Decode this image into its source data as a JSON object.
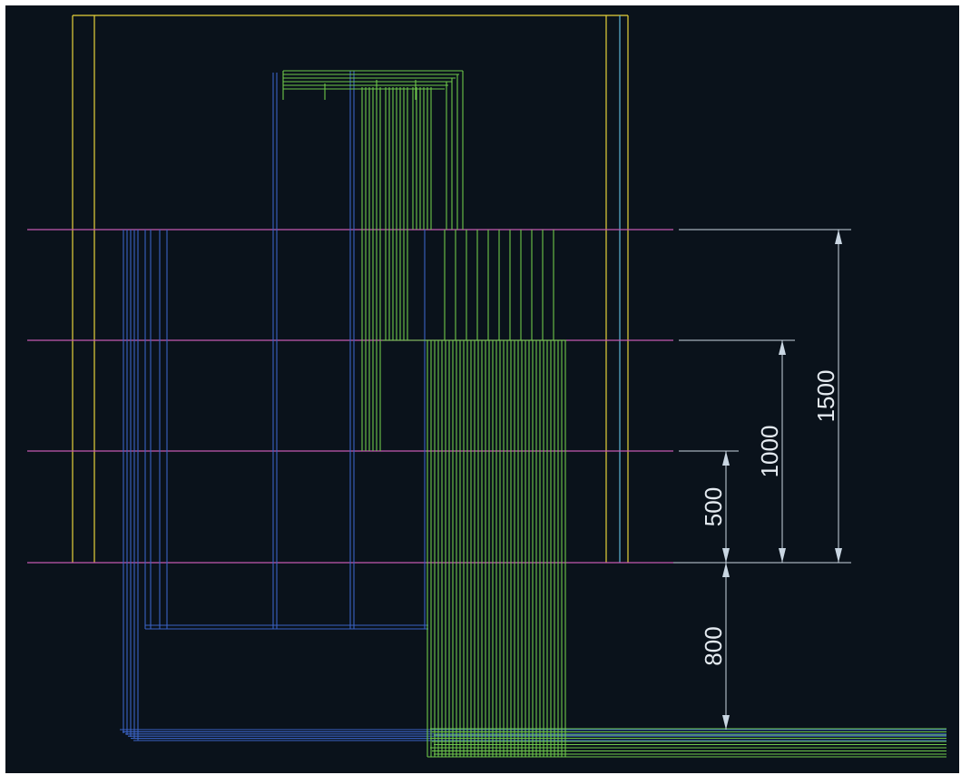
{
  "drawing": {
    "background_color": "#0a121b",
    "layer_colors": {
      "frame": "#e6d23a",
      "frame_accent": "#5fb7d8",
      "level_lines": "#c45ab0",
      "blue_pipes": "#3a62c4",
      "green_pipes": "#6ec84a",
      "dimensions": "#c9d6e2"
    },
    "dimensions": [
      {
        "label": "500"
      },
      {
        "label": "1000"
      },
      {
        "label": "1500"
      },
      {
        "label": "800"
      }
    ]
  }
}
